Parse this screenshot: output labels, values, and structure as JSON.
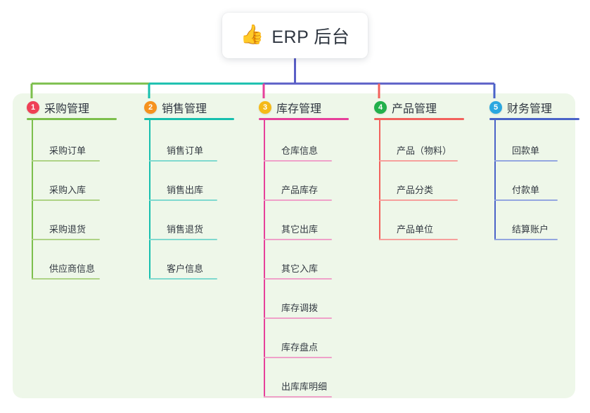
{
  "diagram": {
    "type": "mindmap-tree",
    "root": {
      "emoji": "👍",
      "emoji_name": "thumbs-up-icon",
      "title": "ERP 后台"
    },
    "canvas_bg": "#ffffff",
    "panel_bg": "#eef7e9",
    "trunk_color": "#5b5fc7",
    "branches": [
      {
        "index": "1",
        "title": "采购管理",
        "badge_color": "#ef4056",
        "line_color": "#7cbf4c",
        "item_line_color": "#aed386",
        "items": [
          "采购订单",
          "采购入库",
          "采购退货",
          "供应商信息"
        ]
      },
      {
        "index": "2",
        "title": "销售管理",
        "badge_color": "#f6921e",
        "line_color": "#17bfae",
        "item_line_color": "#7fd9cf",
        "items": [
          "销售订单",
          "销售出库",
          "销售退货",
          "客户信息"
        ]
      },
      {
        "index": "3",
        "title": "库存管理",
        "badge_color": "#f5ba18",
        "line_color": "#e6409a",
        "item_line_color": "#efa1c9",
        "items": [
          "仓库信息",
          "产品库存",
          "其它出库",
          "其它入库",
          "库存调拨",
          "库存盘点",
          "出库库明细"
        ]
      },
      {
        "index": "4",
        "title": "产品管理",
        "badge_color": "#22b04b",
        "line_color": "#f2615c",
        "item_line_color": "#f6a09c",
        "items": [
          "产品（物料）",
          "产品分类",
          "产品单位"
        ]
      },
      {
        "index": "5",
        "title": "财务管理",
        "badge_color": "#2aa7e0",
        "line_color": "#4a63c8",
        "item_line_color": "#93a6e0",
        "items": [
          "回款单",
          "付款单",
          "结算账户"
        ]
      }
    ]
  }
}
